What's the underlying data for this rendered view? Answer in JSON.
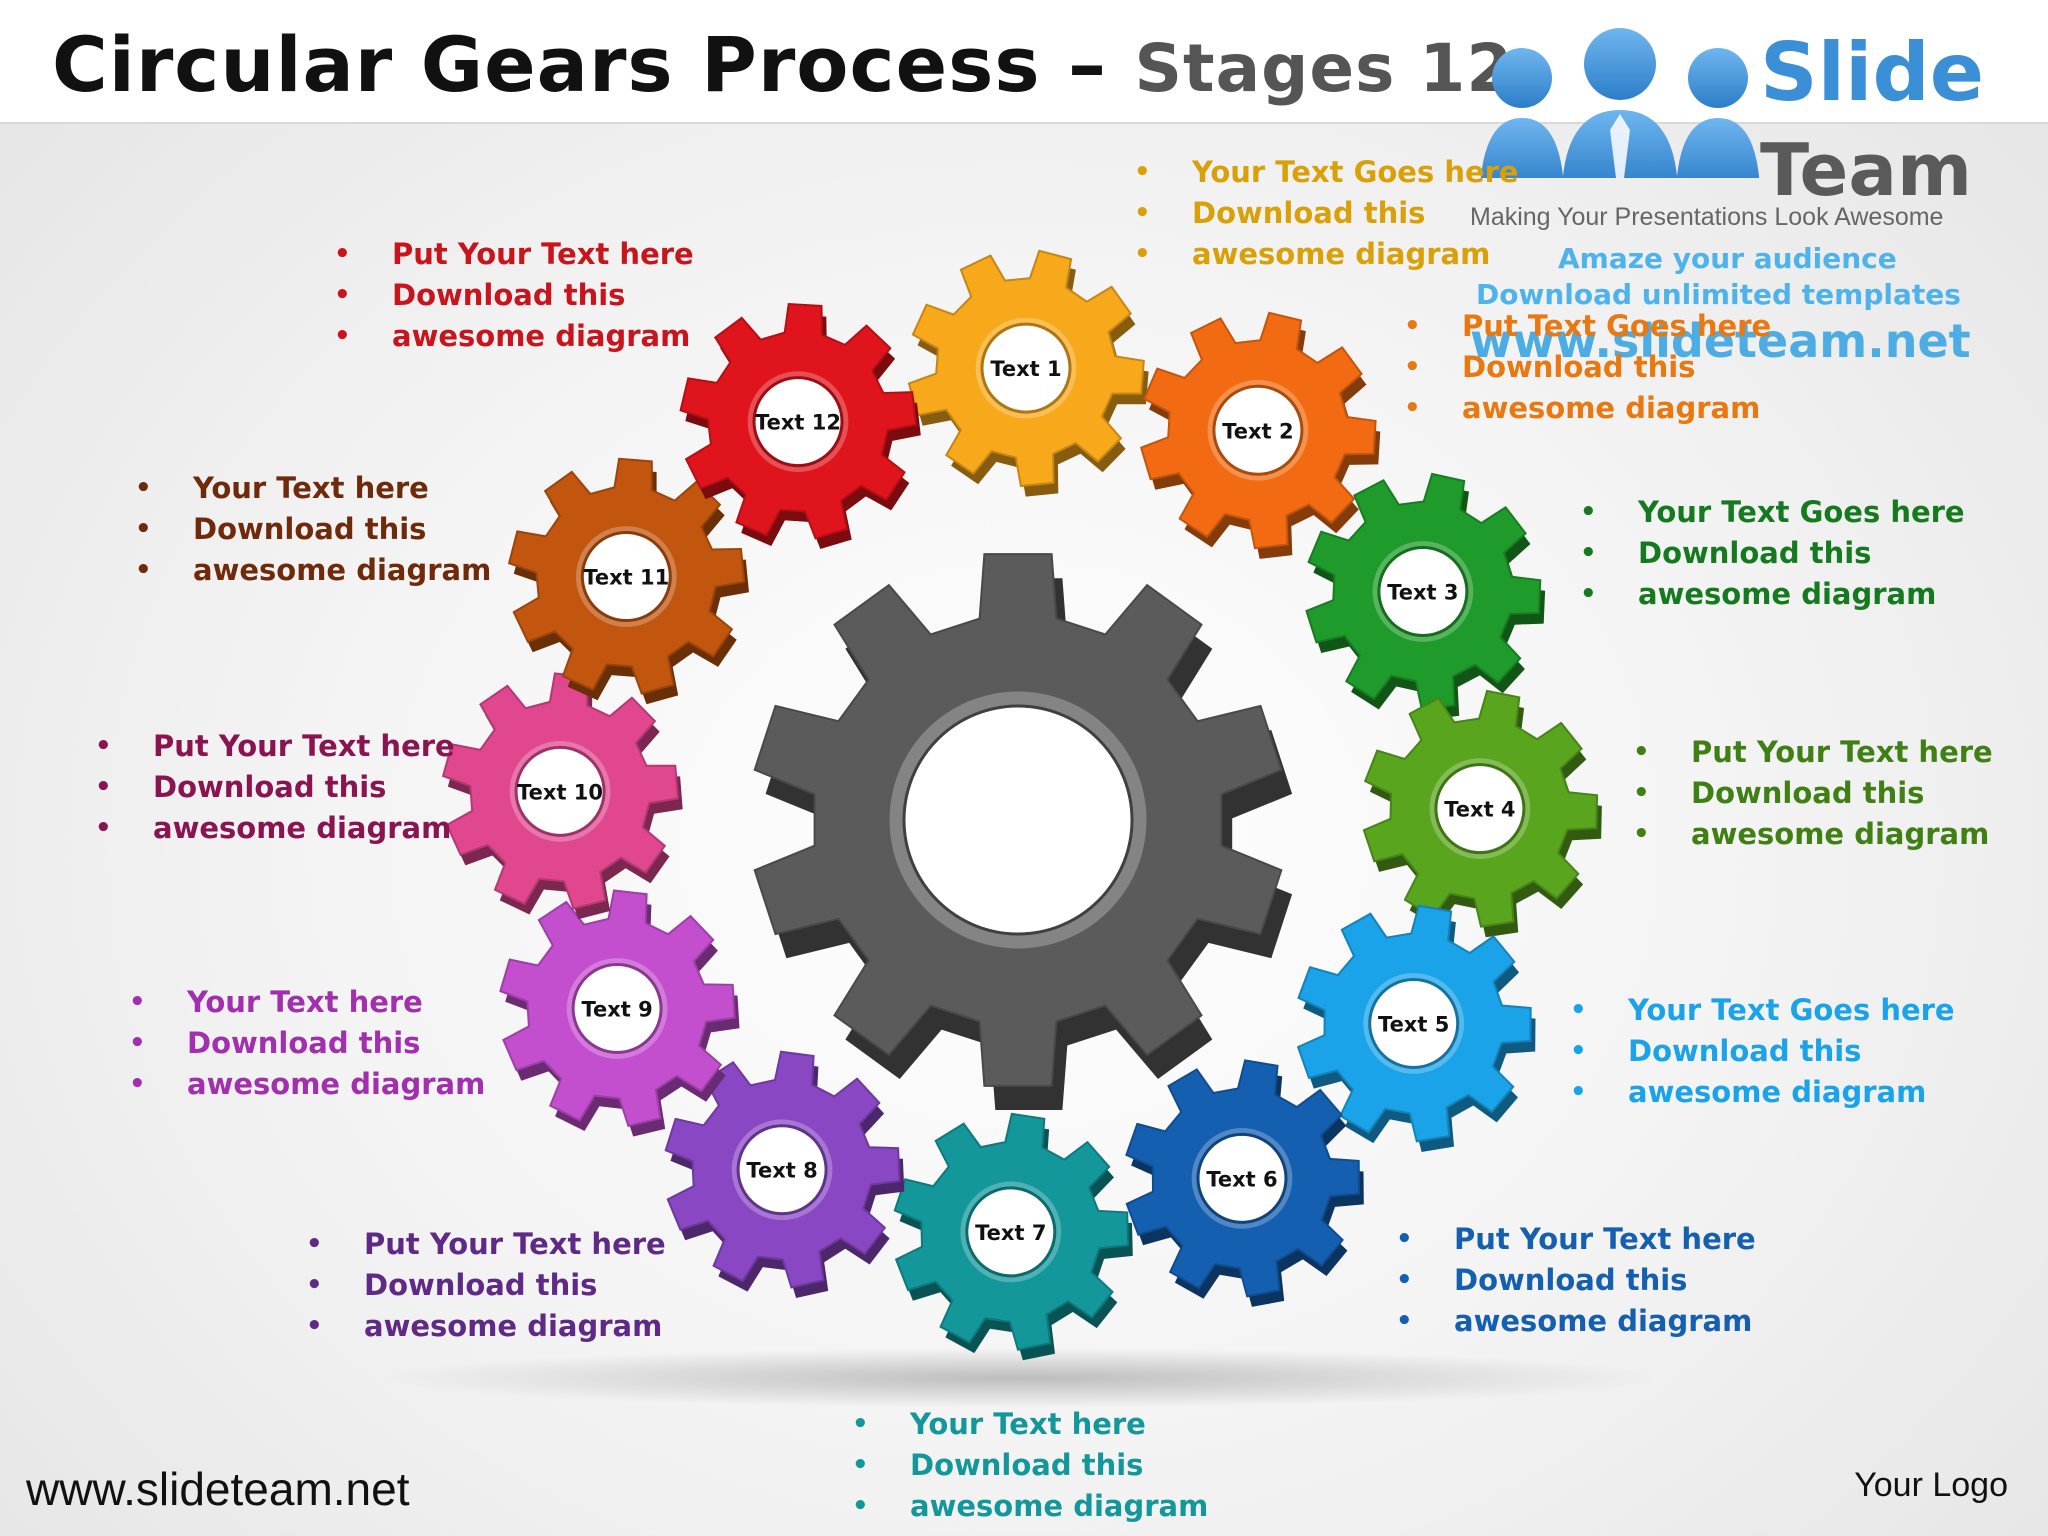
{
  "title": {
    "main": "Circular Gears Process –",
    "sub": "Stages 12"
  },
  "logo": {
    "brand_word_1": "Slide",
    "brand_word_2": "Team",
    "tagline": "Making Your Presentations Look Awesome",
    "promo_1": "Amaze your audience",
    "promo_2": "Download unlimited templates",
    "url": "www.slideteam.net"
  },
  "center_gear": {
    "color": "#5b5b5b"
  },
  "gears": [
    {
      "label": "Text 1",
      "color": "#f7a81b"
    },
    {
      "label": "Text 2",
      "color": "#f26b12"
    },
    {
      "label": "Text 3",
      "color": "#1e9b2a"
    },
    {
      "label": "Text 4",
      "color": "#5aa51e"
    },
    {
      "label": "Text 5",
      "color": "#1aa3e8"
    },
    {
      "label": "Text 6",
      "color": "#155fb0"
    },
    {
      "label": "Text 7",
      "color": "#13979a"
    },
    {
      "label": "Text 8",
      "color": "#8a47c4"
    },
    {
      "label": "Text 9",
      "color": "#c34fcf"
    },
    {
      "label": "Text 10",
      "color": "#e0478f"
    },
    {
      "label": "Text 11",
      "color": "#c2560f"
    },
    {
      "label": "Text 12",
      "color": "#e0141c"
    }
  ],
  "text_blocks": [
    {
      "line1": "Your Text Goes here",
      "line2": "Download this",
      "line3": "awesome diagram",
      "color": "#d9a00a"
    },
    {
      "line1": "Put Text Goes here",
      "line2": "Download this",
      "line3": "awesome diagram",
      "color": "#e8780f"
    },
    {
      "line1": "Your Text Goes here",
      "line2": "Download this",
      "line3": "awesome diagram",
      "color": "#157a1f"
    },
    {
      "line1": "Put Your Text  here",
      "line2": "Download this",
      "line3": "awesome diagram",
      "color": "#3f7f14"
    },
    {
      "line1": "Your Text Goes here",
      "line2": "Download this",
      "line3": "awesome diagram",
      "color": "#1aa3e8"
    },
    {
      "line1": "Put Your Text  here",
      "line2": "Download this",
      "line3": "awesome diagram",
      "color": "#155fb0"
    },
    {
      "line1": "Your Text  here",
      "line2": "Download this",
      "line3": "awesome diagram",
      "color": "#13979a"
    },
    {
      "line1": "Put Your Text  here",
      "line2": "Download this",
      "line3": "awesome diagram",
      "color": "#5f2a86"
    },
    {
      "line1": "Your Text  here",
      "line2": "Download this",
      "line3": "awesome diagram",
      "color": "#a12fae"
    },
    {
      "line1": "Put Your Text  here",
      "line2": "Download this",
      "line3": "awesome diagram",
      "color": "#8a1450"
    },
    {
      "line1": "Your Text  here",
      "line2": "Download this",
      "line3": "awesome diagram",
      "color": "#6e2a0b"
    },
    {
      "line1": "Put Your Text  here",
      "line2": "Download this",
      "line3": "awesome diagram",
      "color": "#c8141c"
    }
  ],
  "footer": {
    "url": "www.slideteam.net",
    "logo_placeholder": "Your Logo"
  }
}
